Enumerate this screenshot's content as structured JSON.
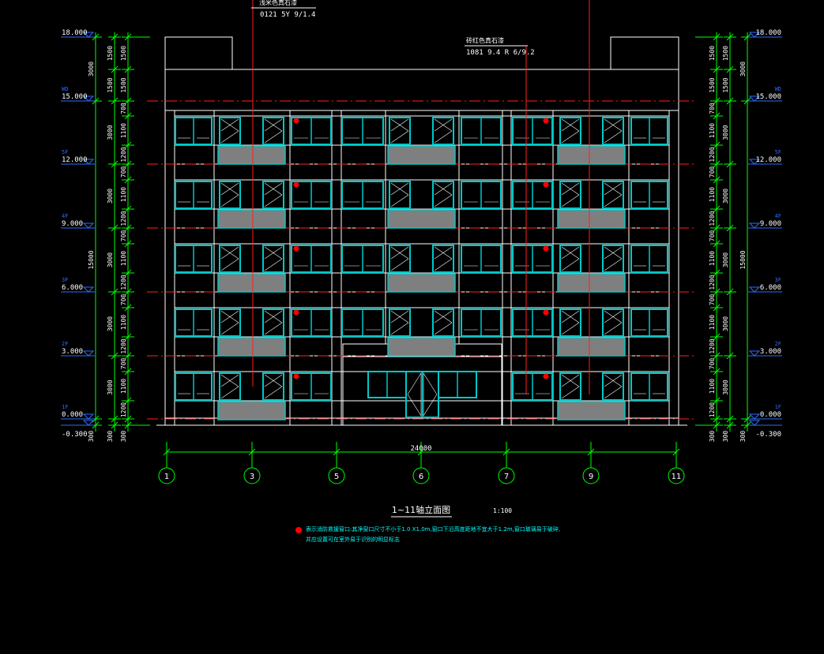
{
  "elevation": {
    "title": "1~11轴立面图",
    "scale": "1:100",
    "total_width": "24000",
    "axes": [
      "1",
      "3",
      "5",
      "6",
      "7",
      "9",
      "11"
    ],
    "levels": [
      {
        "name": "",
        "value": "18.000"
      },
      {
        "name": "WD",
        "value": "15.000"
      },
      {
        "name": "5F",
        "value": "12.000"
      },
      {
        "name": "4F",
        "value": "9.000"
      },
      {
        "name": "3F",
        "value": "6.000"
      },
      {
        "name": "2F",
        "value": "3.000"
      },
      {
        "name": "1F",
        "value": "0.000"
      },
      {
        "name": "",
        "value": "-0.300"
      }
    ],
    "dims_outer": [
      "3000",
      "15000",
      "300"
    ],
    "dims_mid": [
      "1500",
      "1500",
      "3000",
      "3000",
      "3000",
      "3000",
      "3000",
      "300"
    ],
    "dims_inner": [
      "1500",
      "1500",
      "700",
      "1100",
      "1200",
      "700",
      "1100",
      "1200",
      "700",
      "1100",
      "1200",
      "700",
      "1100",
      "1200",
      "700",
      "1100",
      "1200",
      "300"
    ],
    "callouts": [
      {
        "name": "浅米色真石漆",
        "code": "0121 5Y 9/1.4"
      },
      {
        "name": "砖红色真石漆",
        "code": "1081 9.4 R 6/9.2"
      }
    ],
    "note_lines": [
      "表示消防救援窗口:其净窗口尺寸不小于1.0 X1.0m,窗口下沿高度距地不宜大于1.2m,窗口玻璃易于破碎,",
      "并应设置可在室外易于识别的明显标志"
    ]
  },
  "colors": {
    "background": "#000000",
    "outline": "#ffffff",
    "dimension": "#00ff00",
    "level_mark": "#2b6bff",
    "window": "#00c8c8",
    "text": "#ffffff",
    "note": "#00ffff",
    "level_line": "#ff2020",
    "leader": "#ff2020",
    "balcony_fill": "#7f7f7f",
    "rescue_marker": "#ff0000"
  }
}
